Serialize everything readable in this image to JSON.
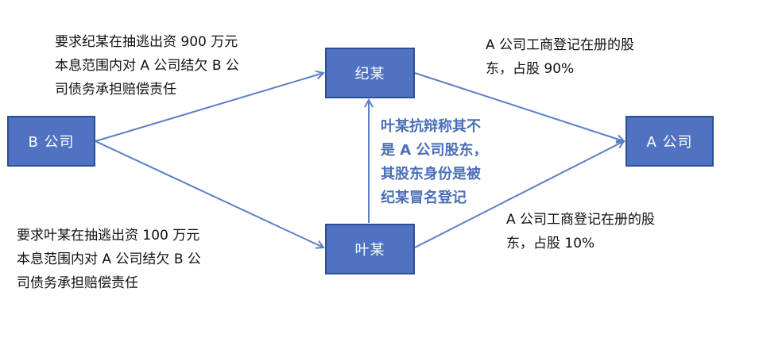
{
  "nodes": {
    "b_company": "B 公司",
    "ji": "纪某",
    "ye": "叶某",
    "a_company": "A 公司"
  },
  "labels": {
    "demand_ji": [
      "要求纪某在抽逃出资 900 万元",
      "本息范围内对 A 公司结欠 B 公",
      "司债务承担赔偿责任"
    ],
    "demand_ye": [
      "要求叶某在抽逃出资 100 万元",
      "本息范围内对 A 公司结欠 B 公",
      "司债务承担赔偿责任"
    ],
    "ji_share": [
      "A 公司工商登记在册的股",
      "东，占股 90%"
    ],
    "ye_share": [
      "A 公司工商登记在册的股",
      "东，占股 10%"
    ],
    "ye_claim": [
      "叶某抗辩称其不",
      "是 A 公司股东，",
      "其股东身份是被",
      "纪某冒名登记"
    ]
  },
  "colors": {
    "node_fill": "#4f72c2",
    "node_border": "#2e4f93",
    "arrow": "#5b7fc7",
    "claim_text": "#4a6fb8"
  }
}
